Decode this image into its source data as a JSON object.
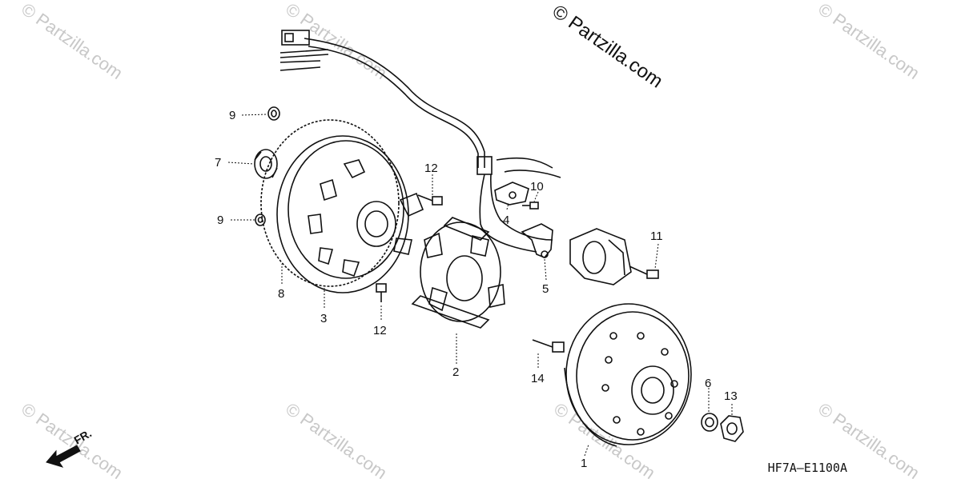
{
  "diagram": {
    "copyright": "© Partzilla.com",
    "diagram_code": "HF7A—E1100A",
    "direction_label": "FR.",
    "watermark_text": "© Partzilla.com",
    "callouts": {
      "p1": "1",
      "p2": "2",
      "p3": "3",
      "p4": "4",
      "p5": "5",
      "p6": "6",
      "p7": "7",
      "p8": "8",
      "p9a": "9",
      "p9b": "9",
      "p10": "10",
      "p11": "11",
      "p12a": "12",
      "p12b": "12",
      "p13": "13",
      "p14": "14"
    }
  }
}
